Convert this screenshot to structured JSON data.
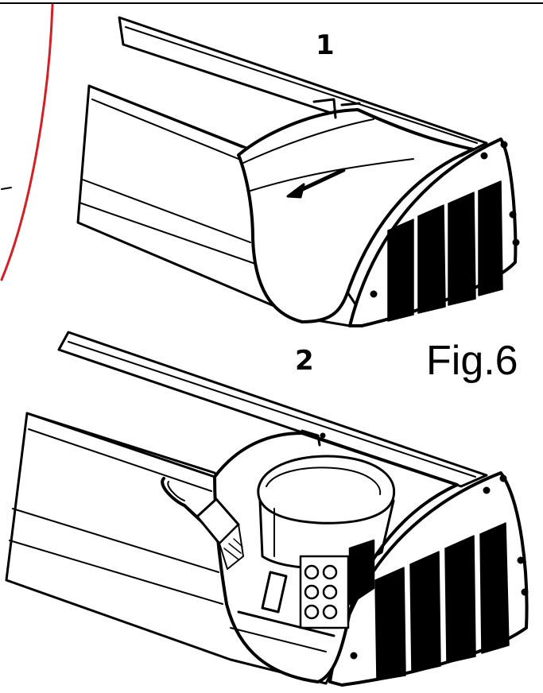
{
  "figure": {
    "label": "Fig.6",
    "steps": [
      {
        "number": "1",
        "description_icon": "arrow-icon"
      },
      {
        "number": "2",
        "description_icon": "brush-icon"
      }
    ],
    "colors": {
      "ink": "#000000",
      "accent_curve": "#d32027",
      "paper": "#ffffff"
    }
  }
}
